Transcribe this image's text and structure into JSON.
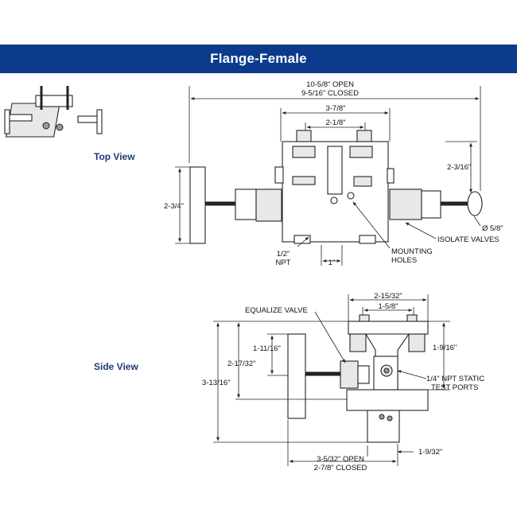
{
  "title": "Flange-Female",
  "views": {
    "top_view_label": "Top View",
    "side_view_label": "Side View"
  },
  "top_view": {
    "dim_open": "10-5/8\" OPEN",
    "dim_closed": "9-5/16\" CLOSED",
    "dim_body_width": "3-7/8\"",
    "dim_port_spacing": "2-1/8\"",
    "dim_height_right": "2-3/16\"",
    "dim_height_left": "2-3/4\"",
    "dim_handle_dia": "Ø 5/8\"",
    "label_isolate": "ISOLATE VALVES",
    "label_mounting_1": "MOUNTING",
    "label_mounting_2": "HOLES",
    "label_npt_1": "1/2\"",
    "label_npt_2": "NPT",
    "dim_one_inch": "1\""
  },
  "side_view": {
    "label_equalize": "EQUALIZE VALVE",
    "dim_top_width": "2-15/32\"",
    "dim_port_spacing": "1-5/8\"",
    "dim_right_height": "1-9/16\"",
    "dim_left_1": "1-11/16\"",
    "dim_left_2": "2-17/32\"",
    "dim_left_3": "3-13/16\"",
    "label_test_1": "1/4\" NPT STATIC",
    "label_test_2": "TEST PORTS",
    "dim_open": "3-5/32\" OPEN",
    "dim_closed": "2-7/8\" CLOSED",
    "dim_bottom_right": "1-9/32\""
  },
  "colors": {
    "banner": "#0d3b8c",
    "view_label": "#1c3a78"
  }
}
